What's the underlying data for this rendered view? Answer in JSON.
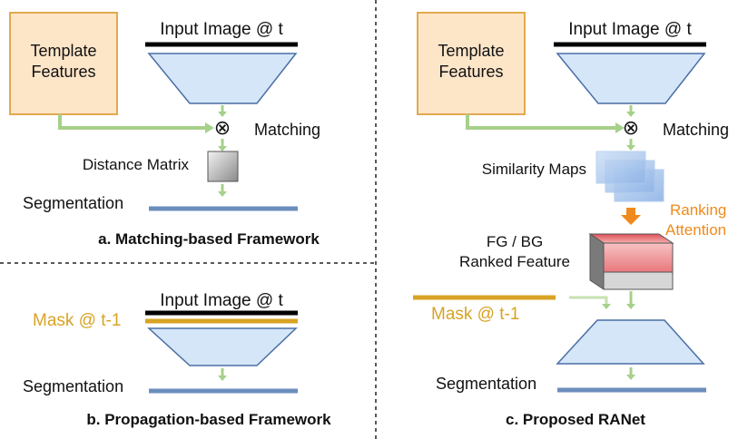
{
  "colors": {
    "template_fill": "#fde5c8",
    "template_stroke": "#e3a94f",
    "decoder_fill": "#d5e6f8",
    "decoder_stroke": "#4a6fa5",
    "arrow_green": "#a7d08a",
    "arrow_orange": "#f08a1c",
    "mask_gold": "#d8a324",
    "segmentation_blue": "#6c8ebd",
    "ranking_text": "#f08a1c",
    "feature_red": "#e0525a",
    "feature_gray": "#cfcfcf"
  },
  "panel_a": {
    "template_label_1": "Template",
    "template_label_2": "Features",
    "input_label": "Input Image @ t",
    "operator_symbol": "⊗",
    "matching_label": "Matching",
    "distance_label": "Distance Matrix",
    "segmentation_label": "Segmentation",
    "caption": "a. Matching-based Framework"
  },
  "panel_b": {
    "input_label": "Input Image @ t",
    "mask_label": "Mask @ t-1",
    "segmentation_label": "Segmentation",
    "caption": "b. Propagation-based Framework"
  },
  "panel_c": {
    "template_label_1": "Template",
    "template_label_2": "Features",
    "input_label": "Input Image @ t",
    "operator_symbol": "⊗",
    "matching_label": "Matching",
    "similarity_label": "Similarity Maps",
    "ranking_label_1": "Ranking",
    "ranking_label_2": "Attention",
    "feature_label_1": "FG / BG",
    "feature_label_2": "Ranked Feature",
    "mask_label": "Mask @ t-1",
    "segmentation_label": "Segmentation",
    "caption": "c. Proposed RANet"
  }
}
